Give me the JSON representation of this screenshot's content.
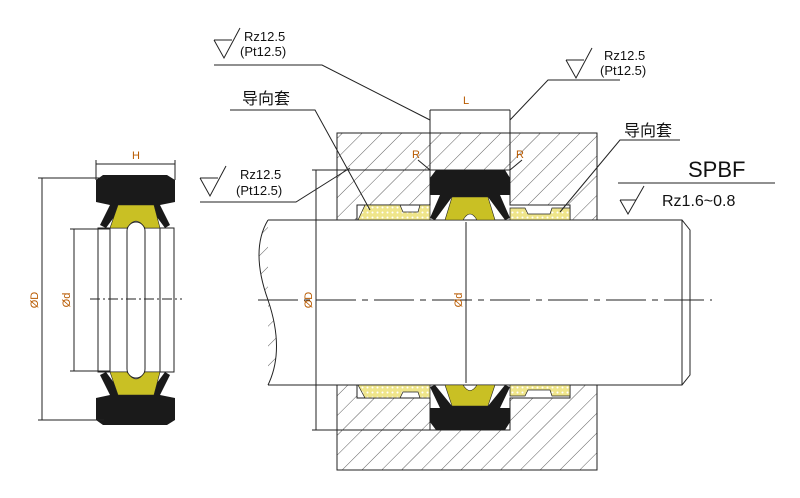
{
  "labels": {
    "H": "H",
    "L": "L",
    "R_left": "R",
    "R_right": "R",
    "OD_left": "ØD",
    "Od_left": "Ød",
    "OD_right": "ØD",
    "Od_right": "Ød",
    "rz_top_left": "Rz12.5",
    "pt_top_left": "(Pt12.5)",
    "rz_top_right": "Rz12.5",
    "pt_top_right": "(Pt12.5)",
    "rz_mid_left": "Rz12.5",
    "pt_mid_left": "(Pt12.5)",
    "guide_left": "导向套",
    "guide_right": "导向套",
    "product": "SPBF",
    "rz_shaft": "Rz1.6~0.8"
  },
  "colors": {
    "seal": "#1a1a1a",
    "guide": "#c9c024",
    "guide_ring": "#efe58a",
    "text_dim": "#b85a00"
  }
}
